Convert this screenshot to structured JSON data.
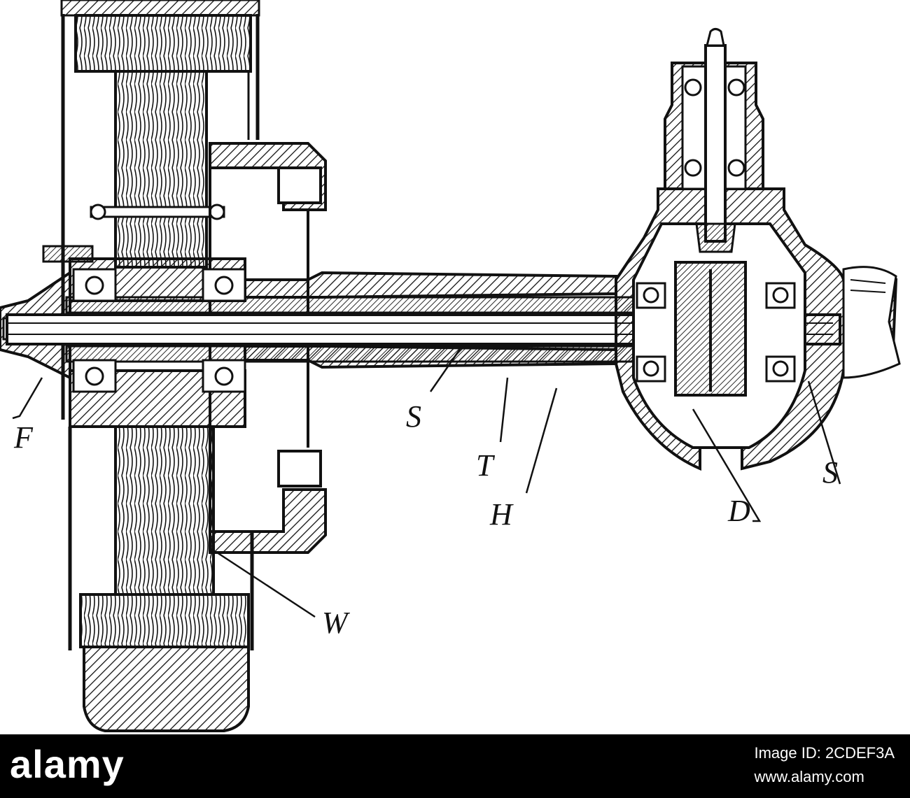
{
  "labels": {
    "F": "F",
    "S_left": "S",
    "T": "T",
    "H": "H",
    "W": "W",
    "D": "D",
    "S_right": "S"
  },
  "footer": {
    "logo": "alamy",
    "image_id_label": "Image ID: 2CDEF3A",
    "site": "www.alamy.com"
  },
  "colors": {
    "ink": "#111111",
    "paper": "#ffffff",
    "footer_bg": "#000000"
  }
}
